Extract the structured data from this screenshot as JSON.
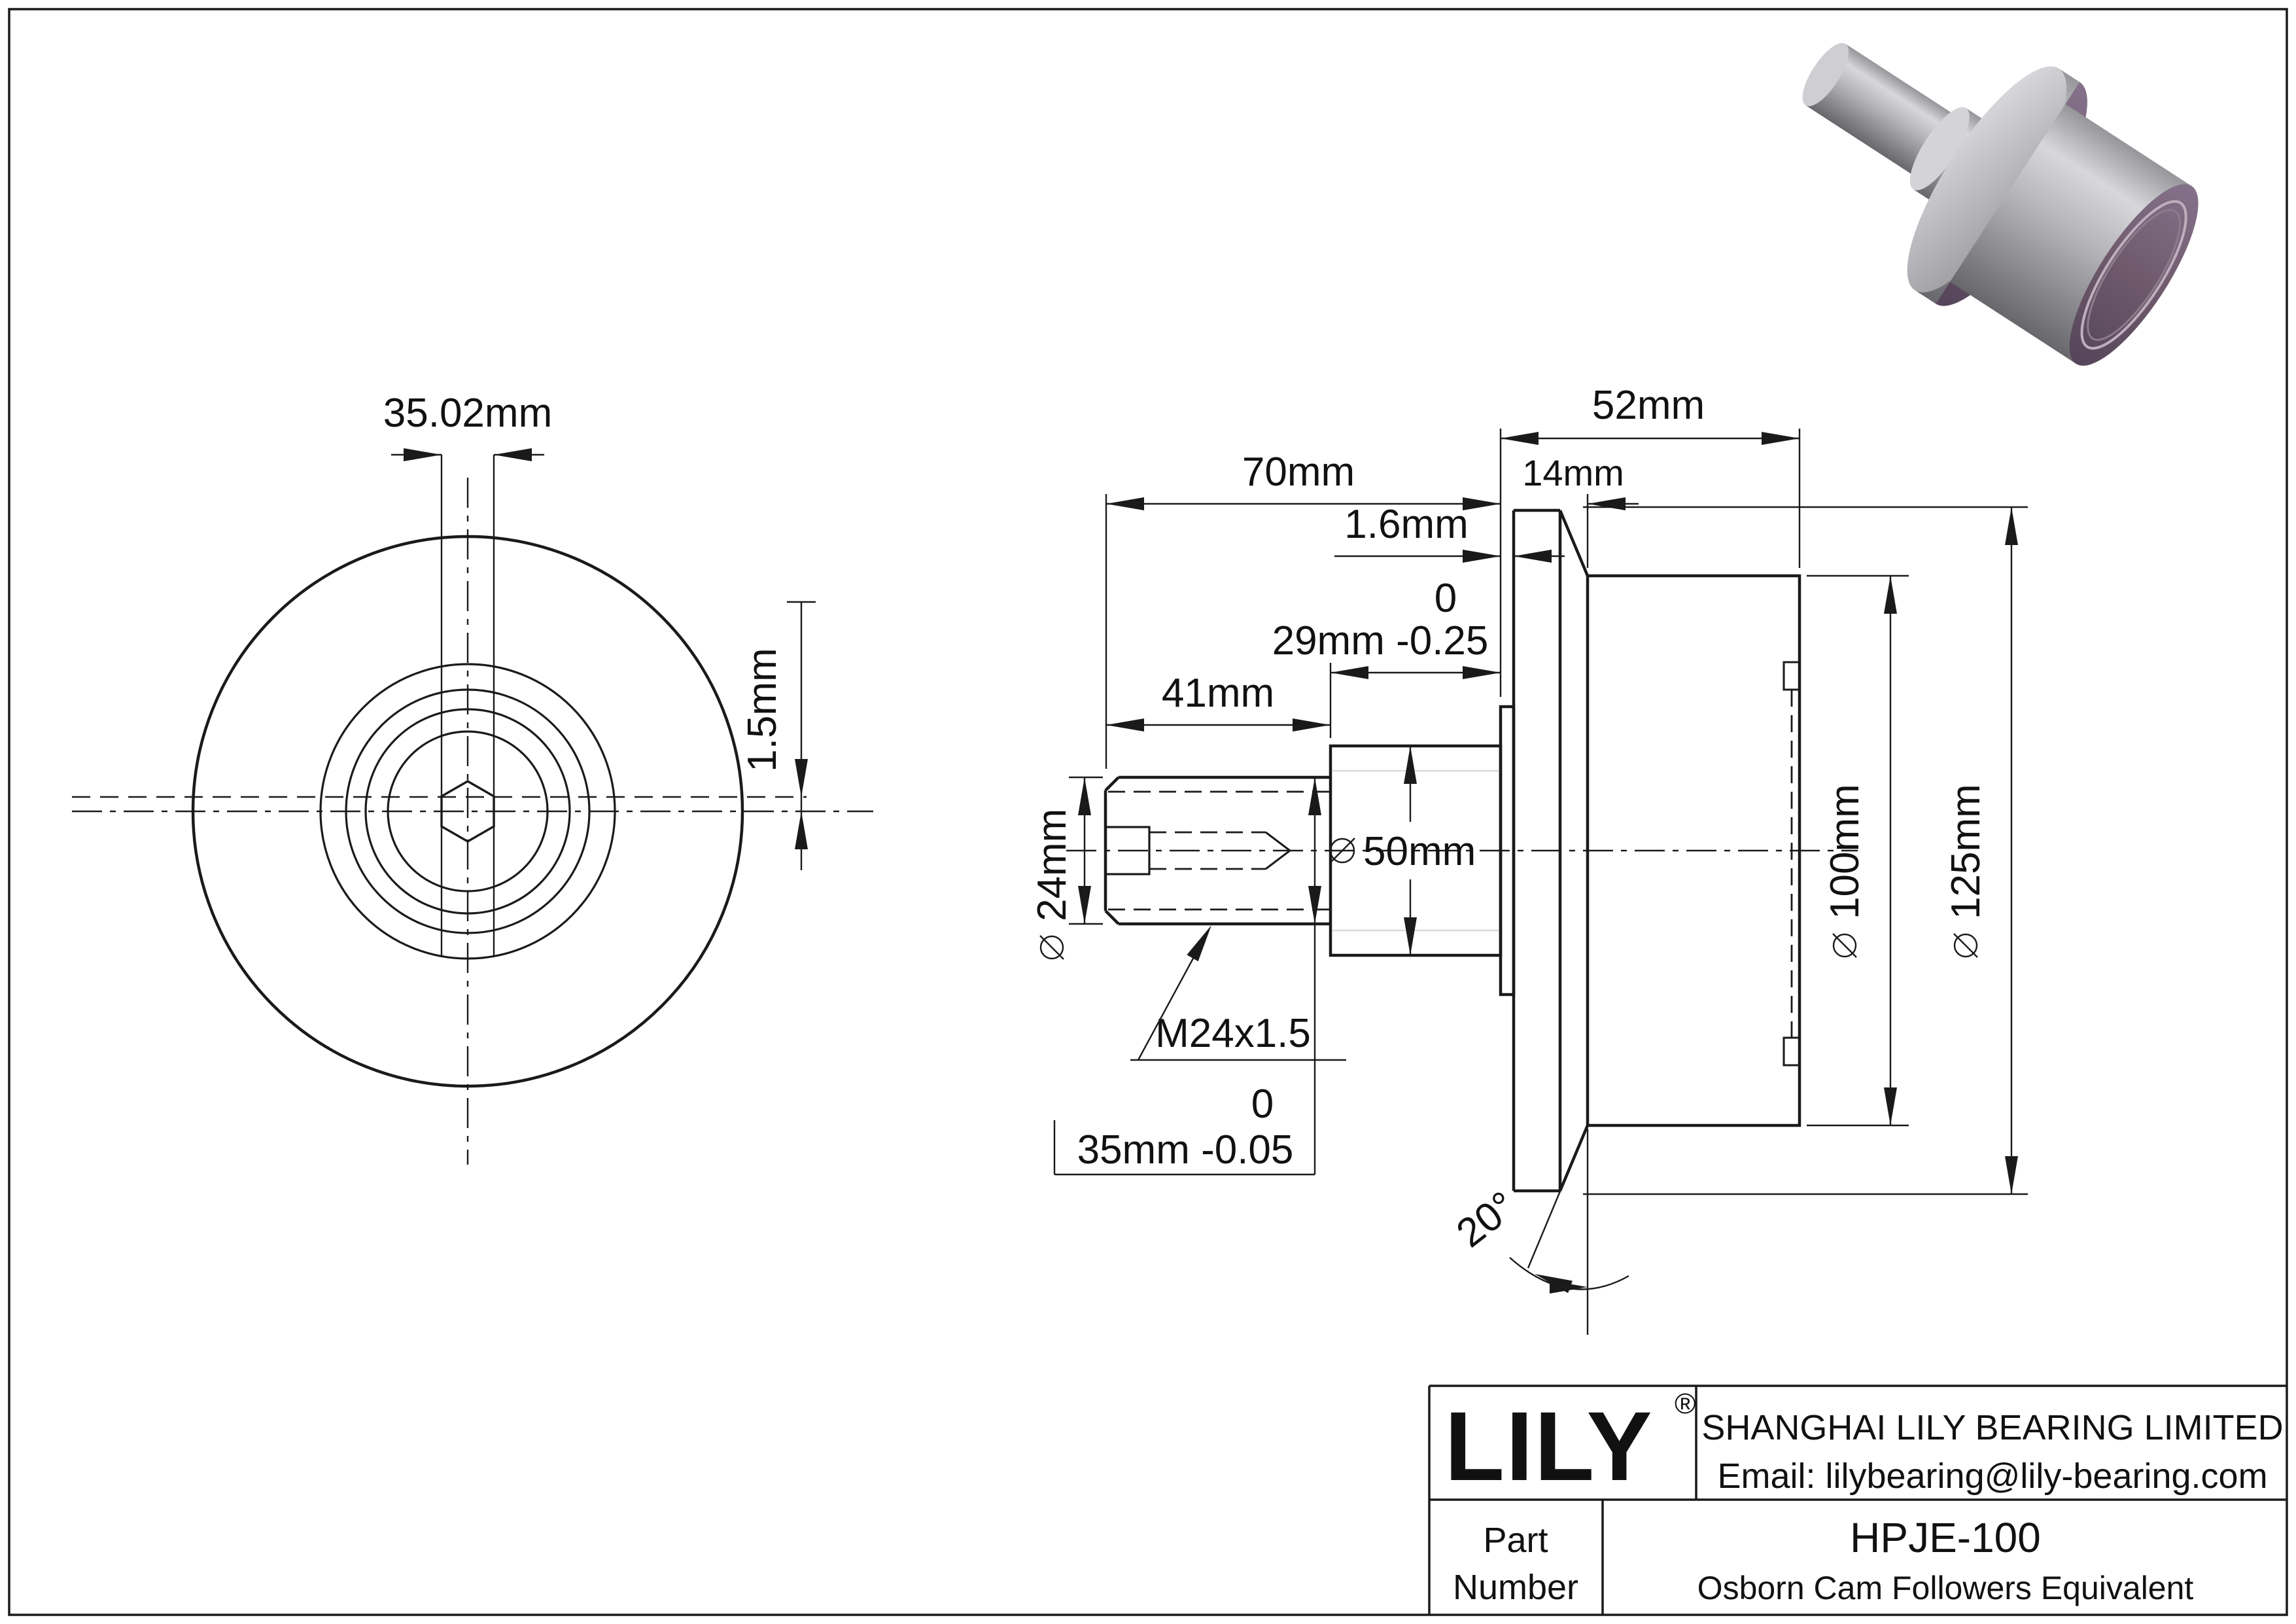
{
  "front_view": {
    "width_across_flats": "35.02mm",
    "eccentricity": "1.5mm"
  },
  "section_view": {
    "overall_width": "52mm",
    "stud_flange_length": "70mm",
    "flange_thickness": "14mm",
    "flange_step": "1.6mm",
    "shoulder_tol_upper": "0",
    "shoulder_length_tol": "29mm -0.25",
    "thread_length": "41mm",
    "thread_dia": "24mm",
    "shoulder_dia": "50mm",
    "roller_dia": "100mm",
    "flange_dia": "125mm",
    "flange_angle": "20°",
    "thread_spec": "M24x1.5",
    "stud_tol_upper": "0",
    "stud_dia_tol": "35mm -0.05"
  },
  "title_block": {
    "logo": "LILY",
    "registered_mark": "®",
    "company": "SHANGHAI LILY BEARING LIMITED",
    "email": "Email: lilybearing@lily-bearing.com",
    "part_label_line1": "Part",
    "part_label_line2": "Number",
    "part_number": "HPJE-100",
    "description": "Osborn Cam Followers Equivalent"
  },
  "render_colors": {
    "metal_light": "#d6d6da",
    "metal_mid": "#b2b2b6",
    "metal_dark": "#6e6e72",
    "purple": "#6f5a6c",
    "purple_dark": "#5c4a59",
    "purple_light": "#85718a"
  }
}
